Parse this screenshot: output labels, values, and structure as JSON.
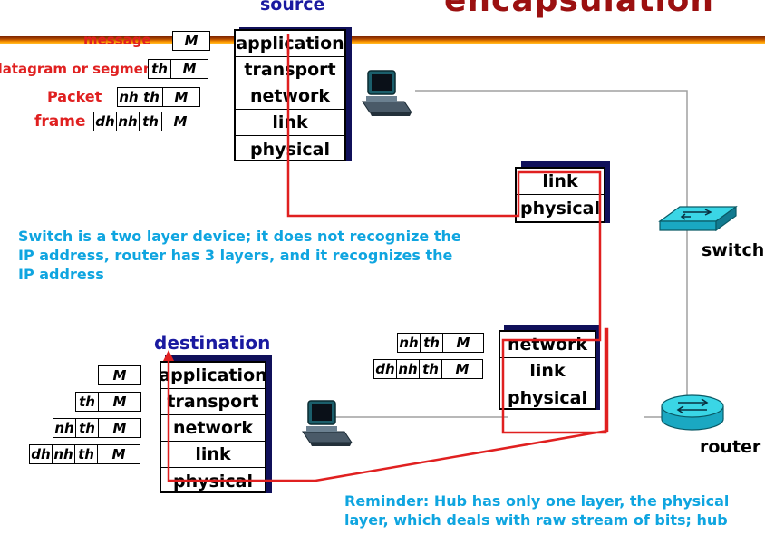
{
  "title_partial": "encapsulation",
  "source": {
    "title": "source",
    "layers": [
      "application",
      "transport",
      "network",
      "link",
      "physical"
    ]
  },
  "destination": {
    "title": "destination",
    "layers": [
      "application",
      "transport",
      "network",
      "link",
      "physical"
    ]
  },
  "switch": {
    "layers": [
      "link",
      "physical"
    ],
    "label": "switch"
  },
  "router": {
    "layers": [
      "network",
      "link",
      "physical"
    ],
    "label": "router"
  },
  "labels": {
    "message": "message",
    "segment": "datagram or segment",
    "packet": "Packet",
    "frame": "frame"
  },
  "headers": {
    "dh": "dh",
    "nh": "nh",
    "th": "th",
    "M": "M"
  },
  "notes": {
    "switch_note": "Switch is a two layer device; it does not recognize the IP address, router has 3 layers, and it recognizes the IP address",
    "hub_note": "Reminder: Hub has only one layer, the physical layer, which deals with raw stream of bits; hub"
  },
  "colors": {
    "path": "#e02020",
    "note_text": "#0fa5e0",
    "title": "#1a1aa0",
    "header_label": "#e02020",
    "device_body": "#3ad6e6"
  }
}
